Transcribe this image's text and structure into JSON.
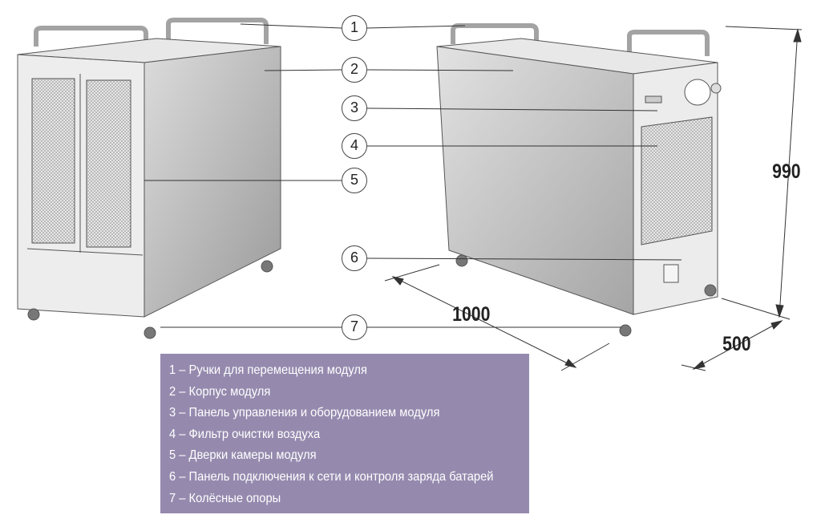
{
  "callouts": [
    "1",
    "2",
    "3",
    "4",
    "5",
    "6",
    "7"
  ],
  "legend": [
    "1 – Ручки для перемещения модуля",
    "2 – Корпус модуля",
    "3 – Панель управления и оборудованием модуля",
    "4 – Фильтр очистки воздуха",
    "5 – Дверки камеры модуля",
    "6 – Панель подключения к сети и контроля заряда батарей",
    "7 – Колёсные опоры"
  ],
  "dimensions": {
    "height": "990",
    "length": "1000",
    "width": "500"
  },
  "colors": {
    "legend_bg": "#958aae"
  }
}
